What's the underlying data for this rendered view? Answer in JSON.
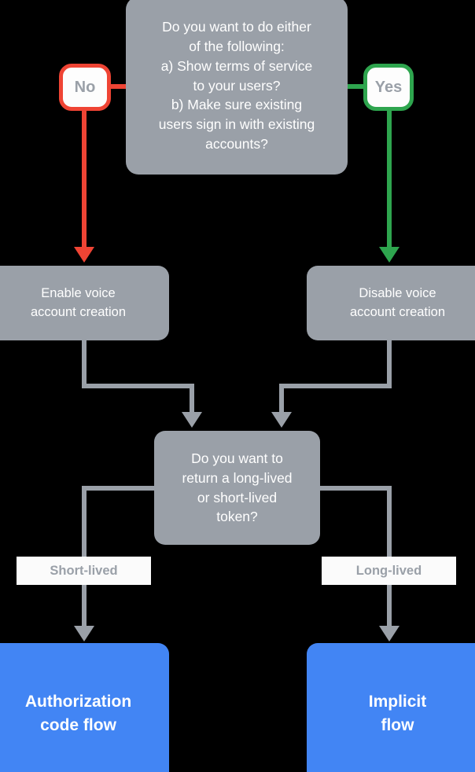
{
  "diagram": {
    "title_text_color": "#ffffff",
    "background": "#000000",
    "palette": {
      "gray": "#9aa0a8",
      "blue": "#4285f4",
      "red": "#ef4434",
      "green": "#2ea54e",
      "label_bg": "#fbfbfb"
    }
  },
  "nodes": {
    "top_question": "Do you want to do either\nof the following:\na) Show terms of service\nto your users?\nb) Make sure existing\nusers sign in with existing\naccounts?",
    "enable_voice": "Enable voice\naccount creation",
    "disable_voice": "Disable voice\naccount creation",
    "token_question": "Do you want to\nreturn a long-lived\nor short-lived\ntoken?",
    "authorization_code_flow": "Authorization\ncode flow",
    "implicit_flow": "Implicit\nflow"
  },
  "branches": {
    "no": "No",
    "yes": "Yes",
    "short_lived": "Short-lived",
    "long_lived": "Long-lived"
  }
}
